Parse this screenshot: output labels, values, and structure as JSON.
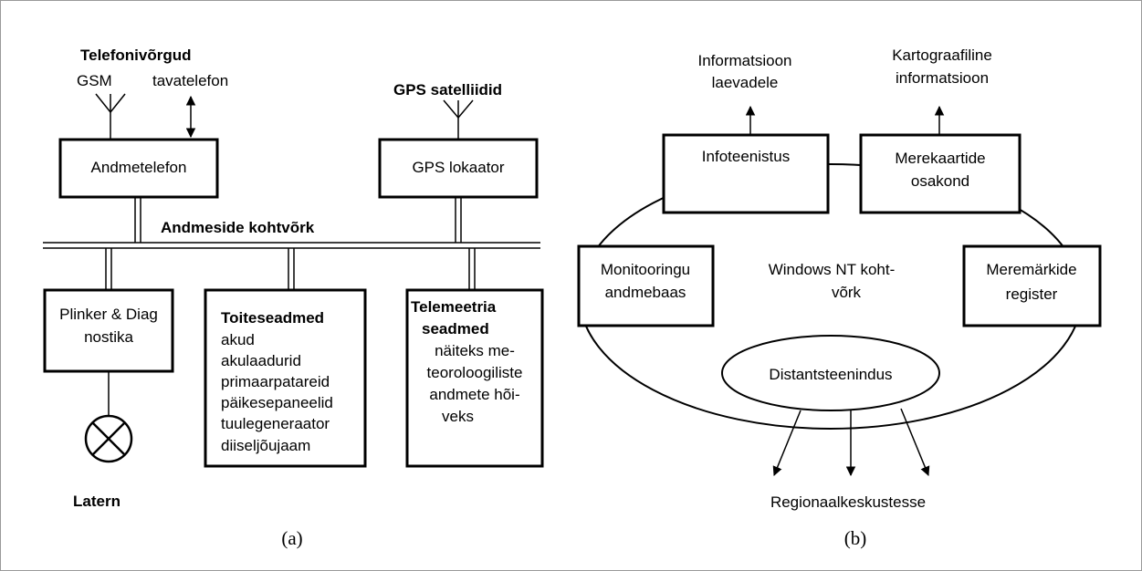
{
  "panel_a": {
    "caption": "(a)",
    "networks_title": "Telefonivõrgud",
    "gsm": "GSM",
    "landline": "tavatelefon",
    "gps_title": "GPS satelliidid",
    "data_phone": "Andmetelefon",
    "gps_locator": "GPS lokaator",
    "bus_label": "Andmeside kohtvõrk",
    "flasher_lines": [
      "Plinker & Diag",
      "nostika"
    ],
    "power_title": "Toiteseadmed",
    "power_items": [
      "akud",
      "akulaadurid",
      "primaarpatareid",
      "päikesepaneelid",
      "tuulegeneraator",
      "diiseljõujaam"
    ],
    "telemetry_title_lines": [
      "Telemeetria",
      "seadmed"
    ],
    "telemetry_lines": [
      "näiteks me-",
      "teoroloogiliste",
      "andmete hõi-",
      "veks"
    ],
    "lantern": "Latern"
  },
  "panel_b": {
    "caption": "(b)",
    "info_ships_lines": [
      "Informatsioon",
      "laevadele"
    ],
    "carto_info_lines": [
      "Kartograafiline",
      "informatsioon"
    ],
    "infoservice": "Infoteenistus",
    "chart_dept_lines": [
      "Merekaartide",
      "osakond"
    ],
    "monitoring_lines": [
      "Monitooringu",
      "andmebaas"
    ],
    "network_lines": [
      "Windows NT koht-",
      "võrk"
    ],
    "register_lines": [
      "Meremärkide",
      "register"
    ],
    "remote_service": "Distantsteenindus",
    "regional": "Regionaalkeskustesse"
  }
}
